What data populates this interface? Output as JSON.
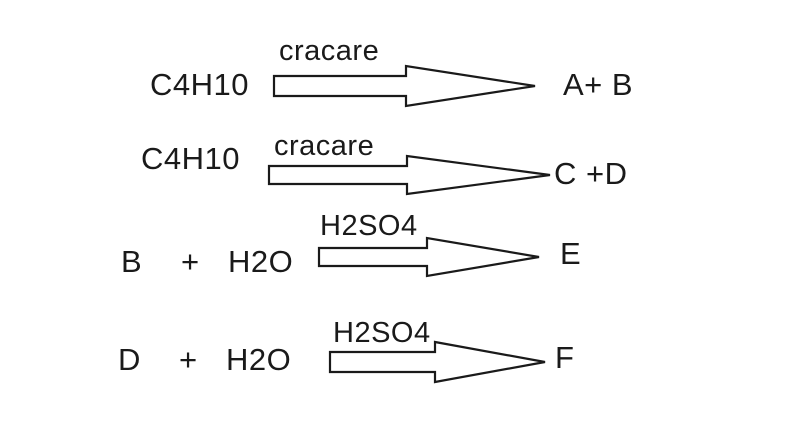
{
  "reactions": [
    {
      "reactants": "C4H10",
      "condition": "cracare",
      "products": "A+ B"
    },
    {
      "reactants": "C4H10",
      "condition": "cracare",
      "products": "C +D"
    },
    {
      "reactant_1": "B",
      "plus": "+",
      "reactant_2": "H2O",
      "condition": "H2SO4",
      "products": "E"
    },
    {
      "reactant_1": "D",
      "plus": "+",
      "reactant_2": "H2O",
      "condition": "H2SO4",
      "products": "F"
    }
  ]
}
